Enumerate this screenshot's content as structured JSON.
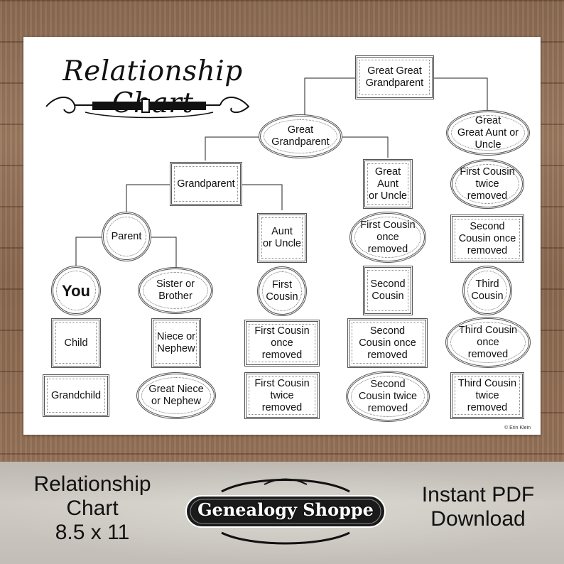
{
  "title": "Relationship Chart",
  "copyright": "© Erin Klein",
  "nodes": {
    "ggp": "Great Great\nGrandparent",
    "gp_great": "Great\nGrandparent",
    "great_aunt": "Great\nGreat Aunt or\nUncle",
    "grandparent": "Grandparent",
    "great_aunt_uncle": "Great\nAunt\nor Uncle",
    "first_cousin_twice_top": "First Cousin\ntwice\nremoved",
    "parent": "Parent",
    "aunt_uncle": "Aunt\nor Uncle",
    "first_cousin_once_c4": "First Cousin\nonce\nremoved",
    "second_cousin_once_c5": "Second\nCousin once\nremoved",
    "you": "You",
    "sibling": "Sister or\nBrother",
    "first_cousin": "First\nCousin",
    "second_cousin": "Second\nCousin",
    "third_cousin": "Third\nCousin",
    "child": "Child",
    "niece": "Niece or\nNephew",
    "first_cousin_once_c3": "First Cousin\nonce\nremoved",
    "second_cousin_once_c4": "Second\nCousin once\nremoved",
    "third_cousin_once": "Third Cousin\nonce\nremoved",
    "grandchild": "Grandchild",
    "great_niece": "Great Niece\nor Nephew",
    "first_cousin_twice_c3": "First Cousin\ntwice\nremoved",
    "second_cousin_twice": "Second\nCousin twice\nremoved",
    "third_cousin_twice": "Third Cousin\ntwice\nremoved"
  },
  "banner": {
    "left": "Relationship\nChart\n8.5 x 11",
    "logo": "Genealogy Shoppe",
    "right": "Instant PDF\nDownload"
  }
}
